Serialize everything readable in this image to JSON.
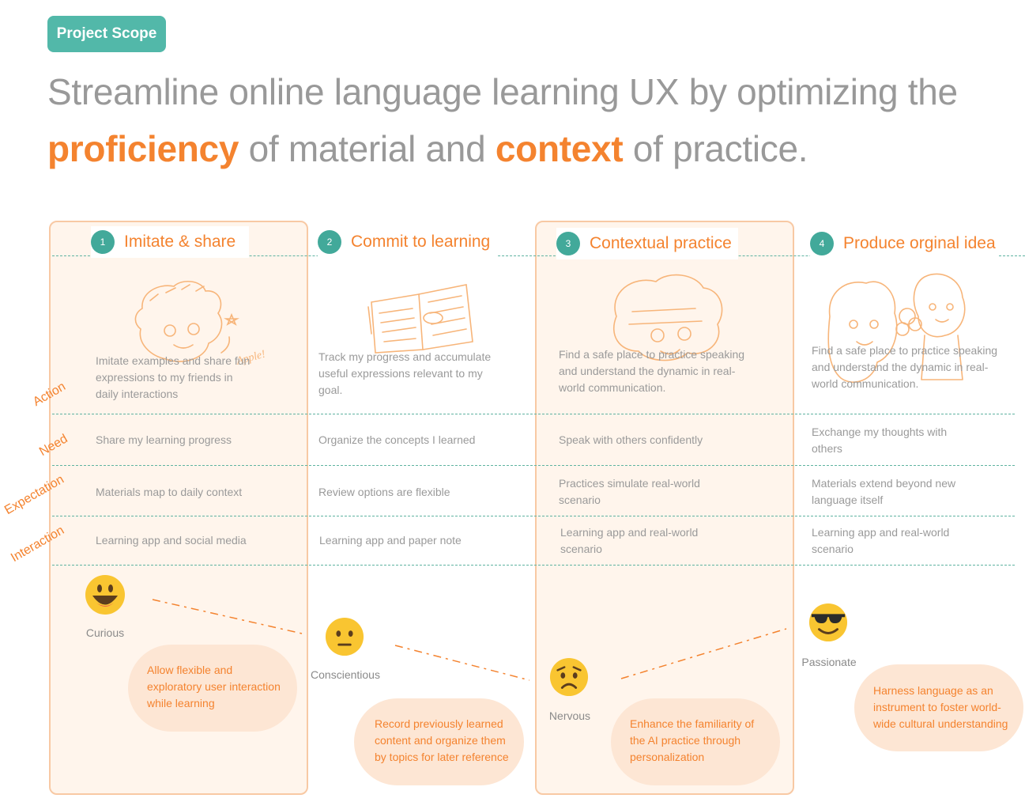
{
  "header": {
    "tag": "Project Scope",
    "line1": "Streamline online language learning UX by optimizing the",
    "hl1": "proficiency",
    "mid": " of material and ",
    "hl2": "context",
    "end": " of practice."
  },
  "row_labels": [
    "Action",
    "Need",
    "Expectation",
    "Interaction"
  ],
  "stages": [
    {
      "num": "1",
      "title": "Imitate & share",
      "action": "Imitate examples and share fun expressions to my friends in daily interactions",
      "need": "Share my learning progress",
      "expectation": "Materials map to daily context",
      "interaction": "Learning app and social media",
      "emotion": "Curious",
      "opportunity": "Allow flexible and exploratory user interaction while learning"
    },
    {
      "num": "2",
      "title": "Commit to learning",
      "action": "Track my progress and accumulate useful expressions relevant to my goal.",
      "need": "Organize the concepts I learned",
      "expectation": "Review options are flexible",
      "interaction": "Learning app and paper note",
      "emotion": "Conscientious",
      "opportunity": "Record previously learned content and organize them by topics for later reference"
    },
    {
      "num": "3",
      "title": "Contextual practice",
      "action": "Find a safe place to practice speaking and understand the dynamic in real-world communication.",
      "need": "Speak with others confidently",
      "expectation": "Practices simulate real-world scenario",
      "interaction": "Learning app and real-world scenario",
      "emotion": "Nervous",
      "opportunity": "Enhance the familiarity of the AI practice through personalization"
    },
    {
      "num": "4",
      "title": "Produce orginal idea",
      "action": "Find a safe place to practice speaking and understand the dynamic in real-world communication.",
      "need": "Exchange my thoughts with others",
      "expectation": "Materials extend beyond new language itself",
      "interaction": "Learning app and real-world scenario",
      "emotion": "Passionate",
      "opportunity": "Harness language as an instrument to foster world-wide cultural understanding"
    }
  ],
  "sketch_text": "Apple!",
  "colors": {
    "accent": "#f4832f",
    "teal": "#52b8a9",
    "panel": "#fff5ec",
    "cloud": "#fde6d4"
  }
}
